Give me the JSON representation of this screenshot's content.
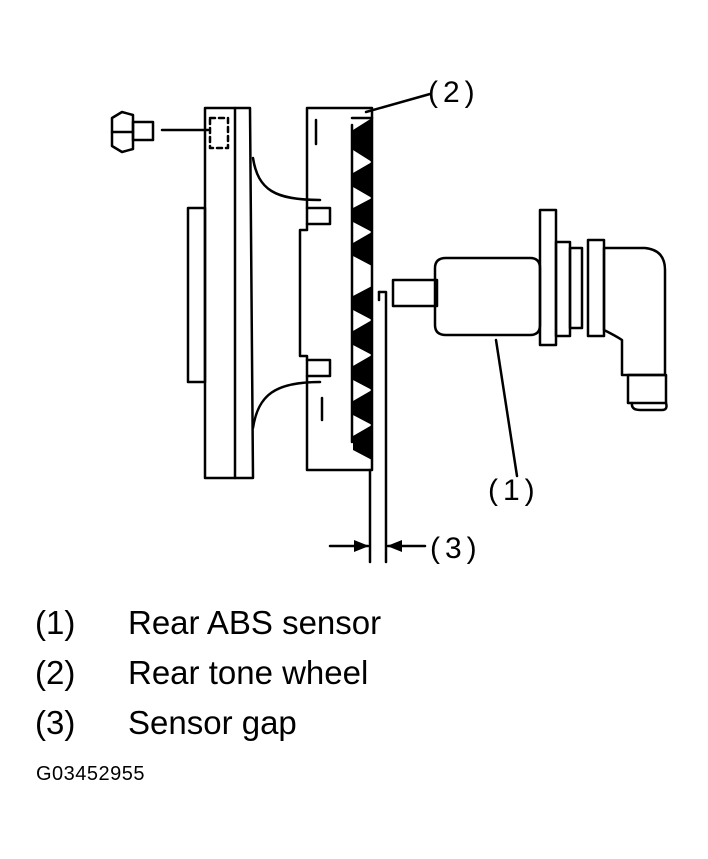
{
  "callouts": {
    "c1": "(1)",
    "c2": "(2)",
    "c3": "(3)"
  },
  "legend": [
    {
      "num": "(1)",
      "label": "Rear ABS sensor"
    },
    {
      "num": "(2)",
      "label": "Rear tone wheel"
    },
    {
      "num": "(3)",
      "label": "Sensor gap"
    }
  ],
  "figure_id": "G03452955"
}
